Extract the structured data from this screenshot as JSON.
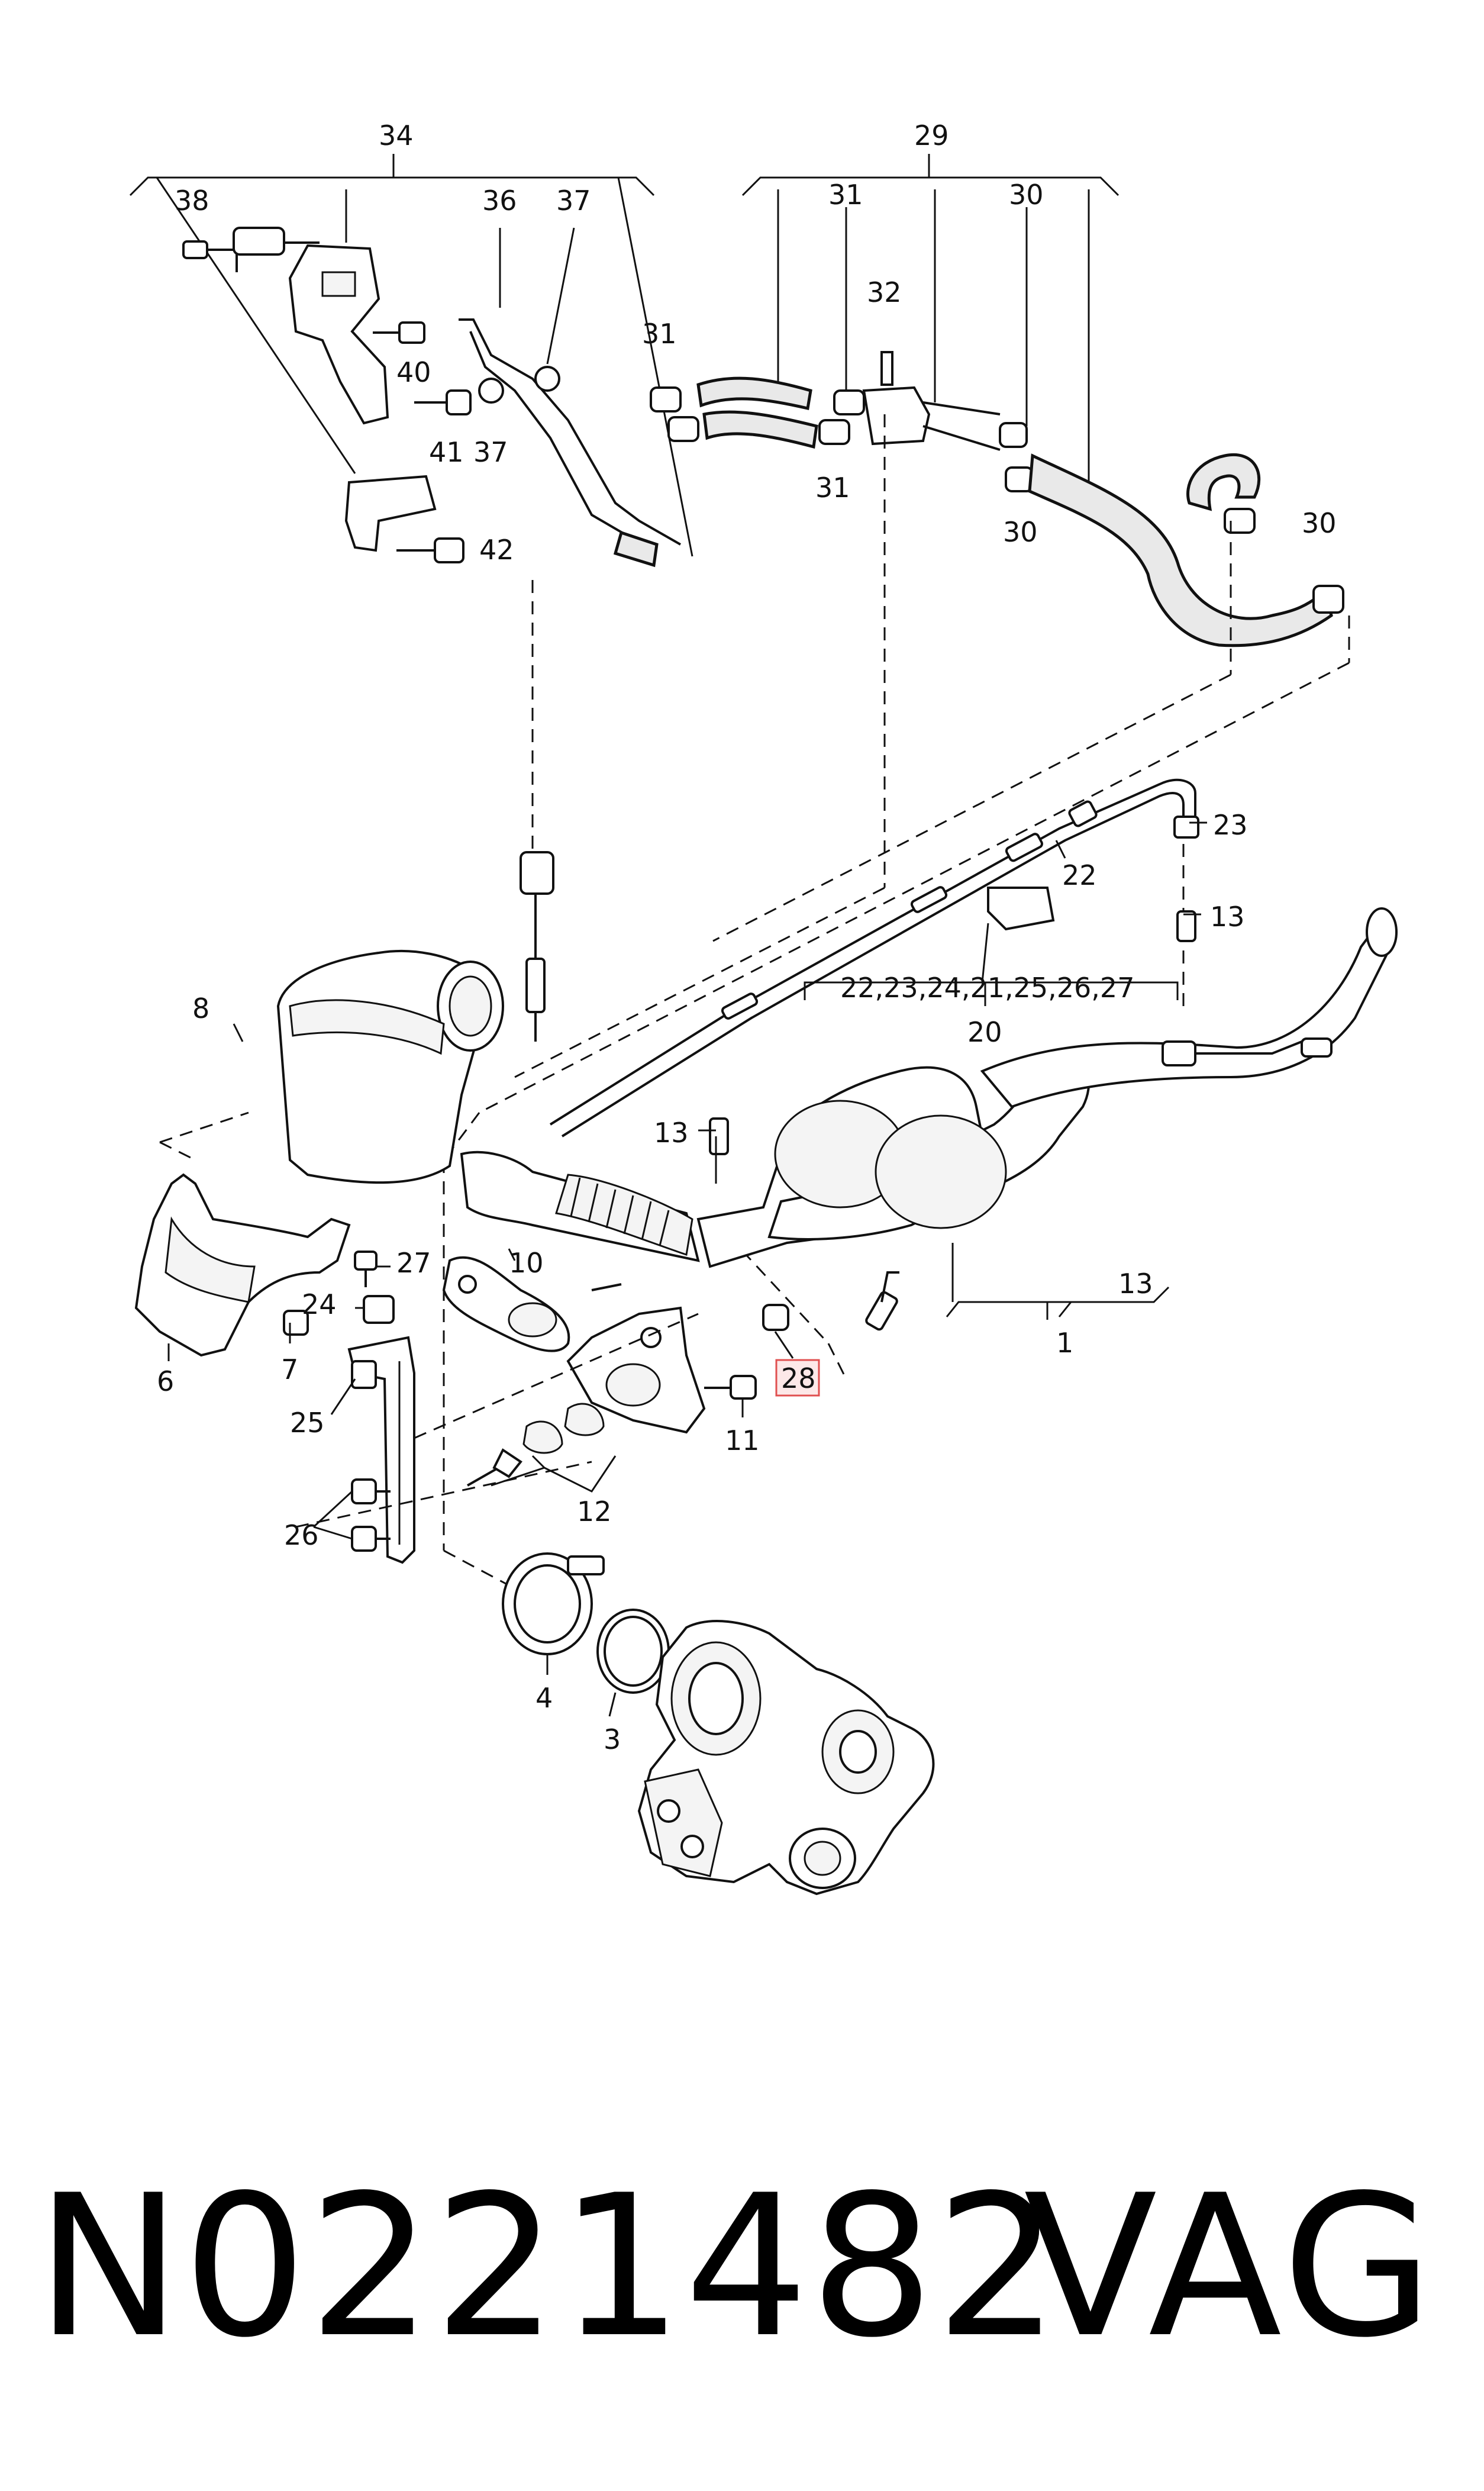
{
  "diagram": {
    "labels": {
      "l34": "34",
      "l29": "29",
      "l38": "38",
      "l36": "36",
      "l37a": "37",
      "l40": "40",
      "l41": "41",
      "l37b": "37",
      "l42": "42",
      "l31a": "31",
      "l31b": "31",
      "l31c": "31",
      "l32": "32",
      "l30a": "30",
      "l30b": "30",
      "l30c": "30",
      "l23": "23",
      "l22": "22",
      "l13a": "13",
      "l20group": "22,23,24,21,25,26,27",
      "l20": "20",
      "l8": "8",
      "l13b": "13",
      "l10": "10",
      "l27": "27",
      "l24": "24",
      "l7": "7",
      "l6": "6",
      "l25": "25",
      "l26": "26",
      "l28": "28",
      "l11": "11",
      "l12": "12",
      "l13c": "13",
      "l1": "1",
      "l4": "4",
      "l3": "3"
    },
    "highlight_color": "#e05050"
  },
  "footer": {
    "part_number": "N0221482",
    "brand": "VAG"
  }
}
